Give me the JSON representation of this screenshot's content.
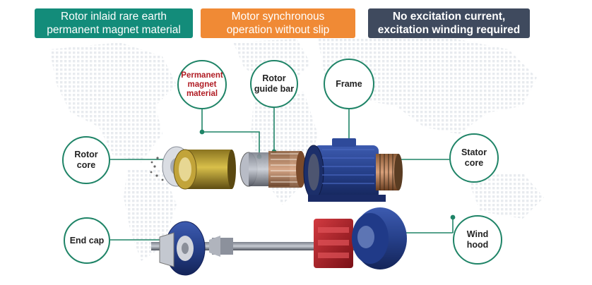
{
  "banners": {
    "rare_earth": [
      "Rotor inlaid rare earth",
      "permanent magnet material"
    ],
    "synchronous": [
      "Motor synchronous",
      "operation without slip"
    ],
    "excitation": [
      "No excitation current,",
      "excitation winding required"
    ]
  },
  "callouts": {
    "permanent_magnet": [
      "Permanent",
      "magnet",
      "material"
    ],
    "rotor_guide_bar": [
      "Rotor",
      "guide bar"
    ],
    "frame": [
      "Frame"
    ],
    "rotor_core": [
      "Rotor",
      "core"
    ],
    "stator_core": [
      "Stator",
      "core"
    ],
    "end_cap": [
      "End cap"
    ],
    "wind_hood": [
      "Wind",
      "hood"
    ]
  },
  "colors": {
    "teal_banner": "#138c7a",
    "orange_banner": "#f08a35",
    "slate_banner": "#3f4a5e",
    "callout_green": "#1f8467",
    "magnet_label_red": "#b01c24",
    "motor_blue": "#2e4a9a",
    "fan_red": "#b3202a"
  }
}
